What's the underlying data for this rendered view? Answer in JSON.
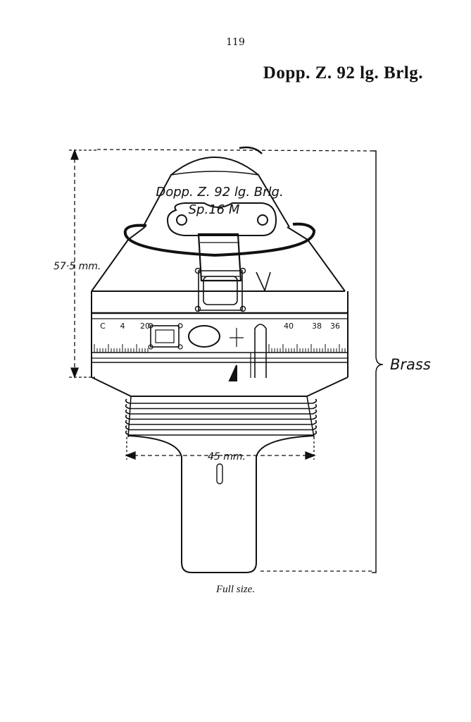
{
  "page_number": "119",
  "heading": "Dopp. Z. 92 lg. Brlg.",
  "caption": "Full size.",
  "diagram": {
    "cap_inscription_line1": "Dopp. Z. 92 lg. Brlg.",
    "cap_inscription_line2": "Sp.16 M",
    "height_dimension": "57·5 mm.",
    "width_dimension": "45 mm.",
    "material_label": "Brass",
    "scale_left": [
      "C",
      "4",
      "20"
    ],
    "scale_right": [
      "40",
      "38",
      "36"
    ]
  }
}
